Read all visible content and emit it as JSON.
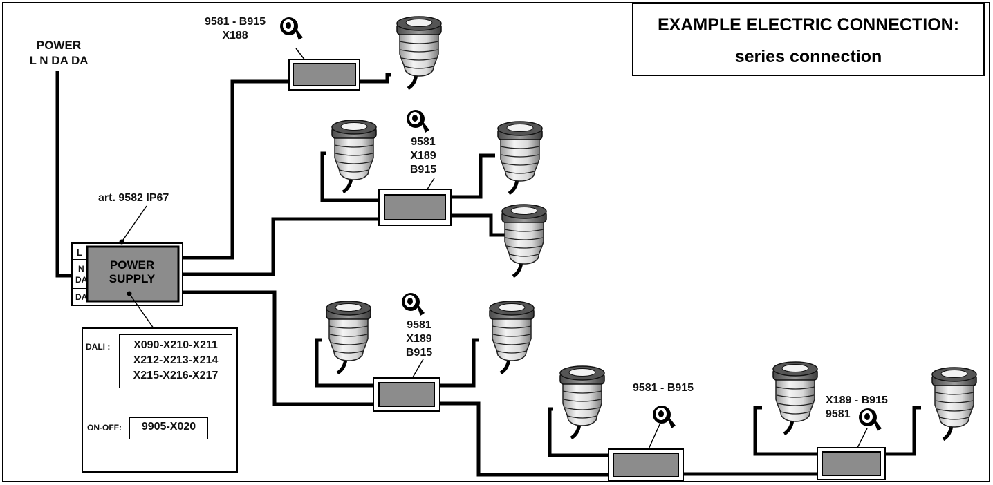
{
  "title": {
    "line1": "EXAMPLE ELECTRIC CONNECTION:",
    "line2": "series connection"
  },
  "power": {
    "label": "POWER",
    "terminals": "L N DA DA"
  },
  "power_supply": {
    "article": "art. 9582 IP67",
    "label_line1": "POWER",
    "label_line2": "SUPPLY",
    "terminal_l": "L",
    "terminal_n": "N",
    "terminal_da1": "DA",
    "terminal_da2": "DA"
  },
  "info": {
    "dali_label": "DALI :",
    "dali_codes": [
      "X090-X210-X211",
      "X212-X213-X214",
      "X215-X216-X217"
    ],
    "onoff_label": "ON-OFF:",
    "onoff_code": "9905-X020"
  },
  "branches": {
    "b1_code": [
      "9581 - B915",
      "X188"
    ],
    "b2_code": [
      "9581",
      "X189",
      "B915"
    ],
    "b3_code": [
      "9581",
      "X189",
      "B915"
    ],
    "b4_code": [
      "9581 - B915"
    ],
    "b5_code": [
      "X189 - B915",
      "9581"
    ]
  },
  "colors": {
    "box_fill": "#8c8c8c",
    "wire": "#000000",
    "lamp_light": "#e8e8e8",
    "lamp_dark": "#3a3a3a"
  }
}
